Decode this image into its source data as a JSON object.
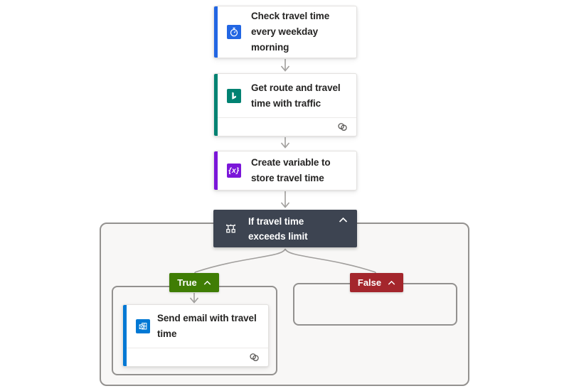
{
  "cards": {
    "trigger": {
      "title": "Check travel time every weekday morning",
      "icon": "recurrence-clock",
      "accent_color": "#2266e3"
    },
    "get_route": {
      "title": "Get route and travel time with traffic",
      "icon": "bing-maps",
      "accent_color": "#008272",
      "footer_icon": "connection"
    },
    "create_variable": {
      "title": "Create variable to store travel time",
      "icon": "variable",
      "icon_glyph": "{x}",
      "accent_color": "#7b16d9"
    },
    "condition": {
      "title": "If travel time exceeds limit",
      "icon": "condition-branch",
      "background_color": "#3d4451"
    },
    "send_email": {
      "title": "Send email with travel time",
      "icon": "outlook",
      "accent_color": "#0078d4",
      "footer_icon": "connection"
    }
  },
  "branches": {
    "true": {
      "label": "True",
      "color": "#3f7d04"
    },
    "false": {
      "label": "False",
      "color": "#a4262c"
    }
  },
  "colors": {
    "connector": "#a19f9d",
    "container_border": "#93918f",
    "container_background": "#f8f7f6",
    "card_background": "#ffffff",
    "condition_background": "#3d4451",
    "text": "#252423"
  }
}
